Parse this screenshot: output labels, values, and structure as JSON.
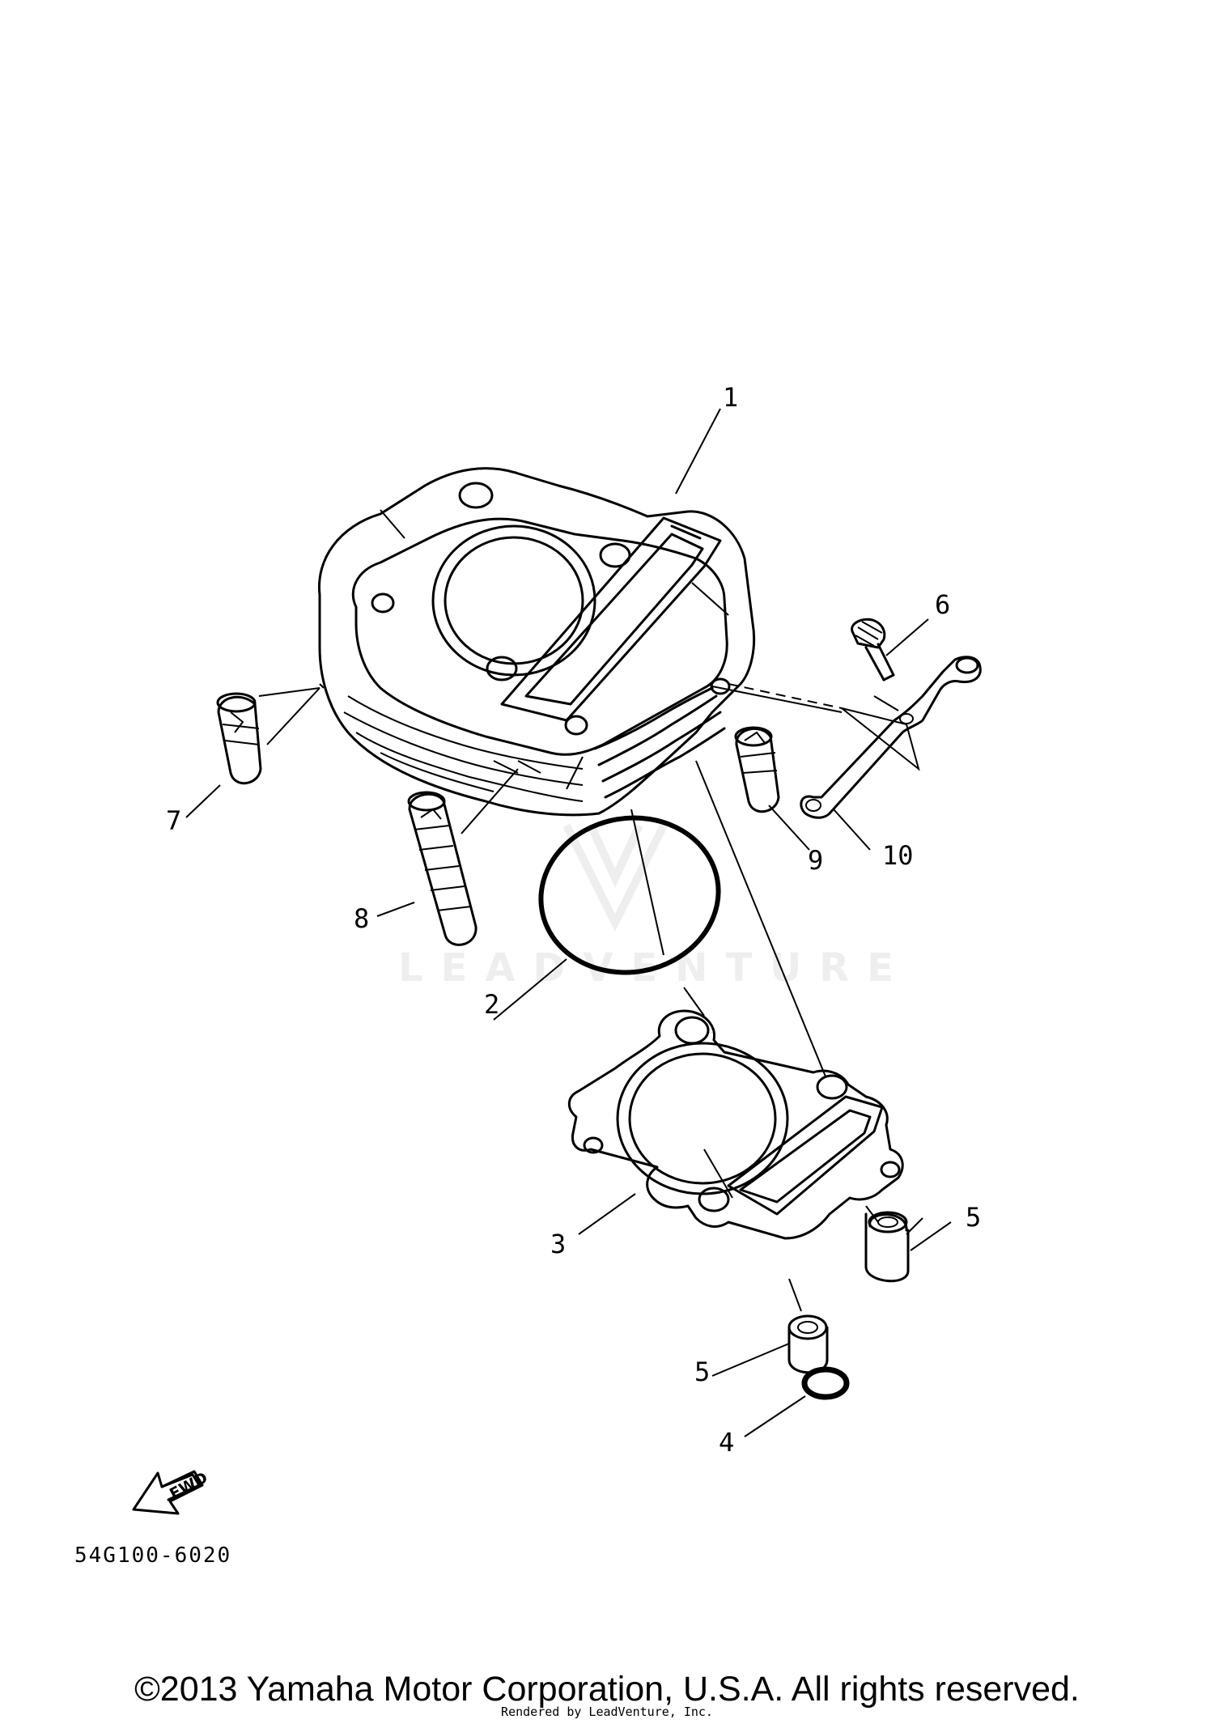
{
  "diagram": {
    "watermark": "LEADVENTURE",
    "part_code": "54G100-6020",
    "fwd_label": "FWD",
    "callouts": [
      {
        "id": "1",
        "label": "1",
        "part": "cylinder"
      },
      {
        "id": "2",
        "label": "2",
        "part": "o-ring"
      },
      {
        "id": "3",
        "label": "3",
        "part": "cylinder-gasket"
      },
      {
        "id": "4",
        "label": "4",
        "part": "o-ring-small"
      },
      {
        "id": "5a",
        "label": "5",
        "part": "dowel-pin"
      },
      {
        "id": "5b",
        "label": "5",
        "part": "dowel-pin"
      },
      {
        "id": "6",
        "label": "6",
        "part": "bolt"
      },
      {
        "id": "7",
        "label": "7",
        "part": "damper"
      },
      {
        "id": "8",
        "label": "8",
        "part": "damper-long"
      },
      {
        "id": "9",
        "label": "9",
        "part": "damper"
      },
      {
        "id": "10",
        "label": "10",
        "part": "stay"
      }
    ]
  },
  "footer": {
    "copyright": "©2013 Yamaha Motor Corporation, U.S.A. All rights reserved.",
    "rendered_by": "Rendered by LeadVenture, Inc."
  }
}
